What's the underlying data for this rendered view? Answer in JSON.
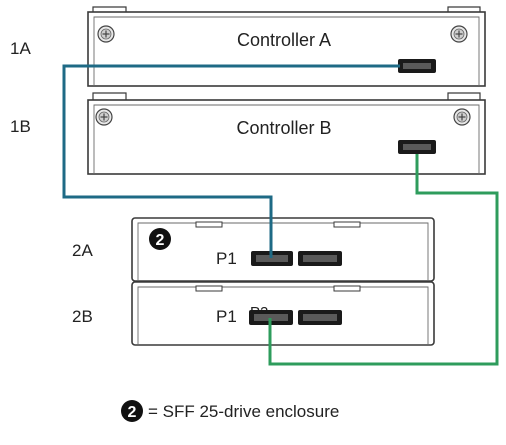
{
  "colors": {
    "cable_a": "#1e6a85",
    "cable_b": "#2e9c5c",
    "outline": "#3a3a3a",
    "port": "#1a1a1a"
  },
  "icons": [
    "screw-icon",
    "sas-port-icon",
    "enclosure-badge-icon"
  ],
  "labels": {
    "row_1a": "1A",
    "row_1b": "1B",
    "row_2a": "2A",
    "row_2b": "2B",
    "controller_a": "Controller A",
    "controller_b": "Controller B",
    "port_p1_top": "P1",
    "port_p1_bottom": "P1",
    "port_p2_bottom": "P2",
    "badge_number": "2"
  },
  "legend": {
    "badge": "2",
    "text": "= SFF 25-drive enclosure"
  }
}
